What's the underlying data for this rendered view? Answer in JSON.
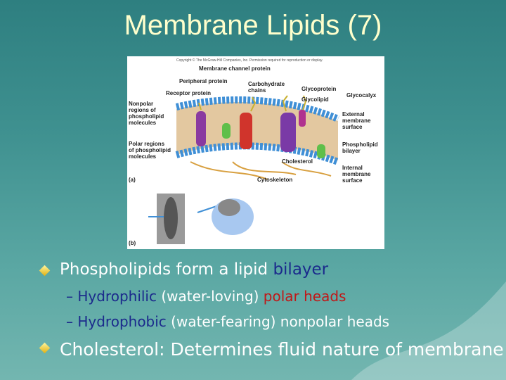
{
  "slide": {
    "title": "Membrane Lipids (7)",
    "bullets": [
      {
        "prefix": "Phospholipids form a lipid ",
        "highlight": "bilayer"
      },
      {
        "text": "Cholesterol: Determines fluid nature of membrane"
      }
    ],
    "sub_bullets": [
      {
        "dash": "– ",
        "term": "Hydrophilic",
        "middle": " (water-loving) ",
        "tail": "polar heads"
      },
      {
        "dash": "– ",
        "term": "Hydrophobic",
        "middle": " (water-fearing) nonpolar heads"
      }
    ]
  },
  "figure": {
    "copyright": "Copyright © The McGraw-Hill Companies, Inc. Permission required for reproduction or display.",
    "labels": {
      "membrane_channel_protein": "Membrane channel protein",
      "peripheral_protein": "Peripheral protein",
      "receptor_protein": "Receptor protein",
      "carbohydrate_chains_1": "Carbohydrate",
      "carbohydrate_chains_2": "chains",
      "glycoprotein": "Glycoprotein",
      "glycocalyx": "Glycocalyx",
      "glycolipid": "Glycolipid",
      "nonpolar_1": "Nonpolar",
      "nonpolar_2": "regions of",
      "nonpolar_3": "phospholipid",
      "nonpolar_4": "molecules",
      "polar_1": "Polar regions",
      "polar_2": "of phospholipid",
      "polar_3": "molecules",
      "external_1": "External",
      "external_2": "membrane",
      "external_3": "surface",
      "bilayer_1": "Phospholipid",
      "bilayer_2": "bilayer",
      "cholesterol": "Cholesterol",
      "internal_1": "Internal",
      "internal_2": "membrane",
      "internal_3": "surface",
      "cytoskeleton": "Cytoskeleton",
      "panel_a": "(a)",
      "panel_b": "(b)"
    }
  },
  "colors": {
    "title": "#ffffcc",
    "highlight_blue": "#1b2a8c",
    "highlight_red": "#c01818"
  }
}
